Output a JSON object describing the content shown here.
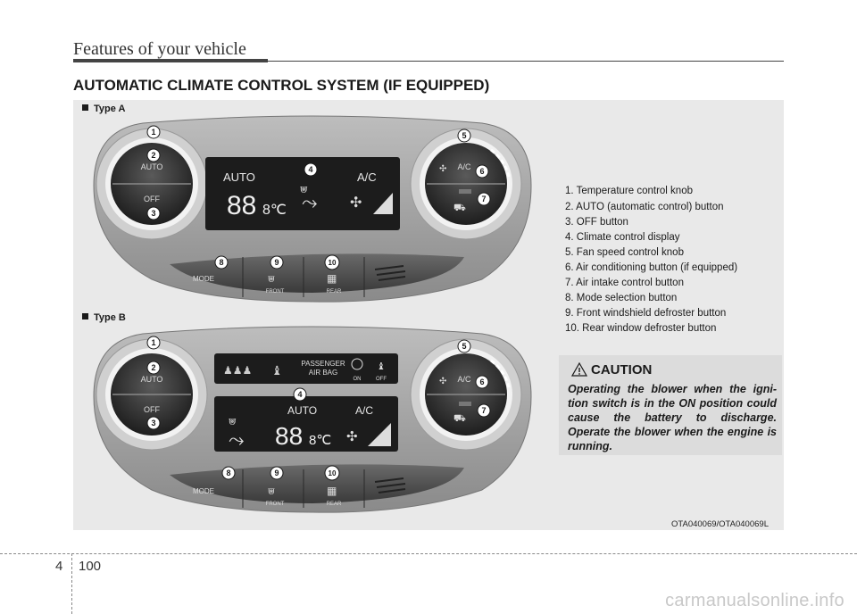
{
  "header": {
    "title": "Features of your vehicle",
    "section_title": "AUTOMATIC CLIMATE CONTROL SYSTEM (IF EQUIPPED)"
  },
  "figure": {
    "type_a_label": "Type A",
    "type_b_label": "Type B",
    "code": "OTA040069/OTA040069L",
    "knob_auto": "AUTO",
    "knob_off": "OFF",
    "knob_ac": "A/C",
    "display_auto": "AUTO",
    "display_ac": "A/C",
    "display_temp": "88",
    "display_unit": "8℃",
    "mode_label": "MODE",
    "front_label": "FRONT",
    "rear_label": "REAR",
    "airbag_label_1": "PASSENGER",
    "airbag_label_2": "AIR BAG",
    "airbag_on": "ON",
    "airbag_off": "OFF",
    "callouts": [
      "1",
      "2",
      "3",
      "4",
      "5",
      "6",
      "7",
      "8",
      "9",
      "10"
    ]
  },
  "legend": {
    "items": [
      "1. Temperature control knob",
      "2. AUTO (automatic control) button",
      "3. OFF button",
      "4. Climate control display",
      "5. Fan speed control knob",
      "6. Air conditioning button (if equipped)",
      "7. Air intake control button",
      "8. Mode selection button",
      "9. Front windshield defroster button",
      "10. Rear window defroster button"
    ]
  },
  "caution": {
    "title": "CAUTION",
    "text": "Operating the blower when the igni-tion switch is in the ON position could cause the battery to discharge. Operate the blower when the engine is running."
  },
  "footer": {
    "chapter": "4",
    "page": "100",
    "watermark": "carmanualsonline.info"
  }
}
